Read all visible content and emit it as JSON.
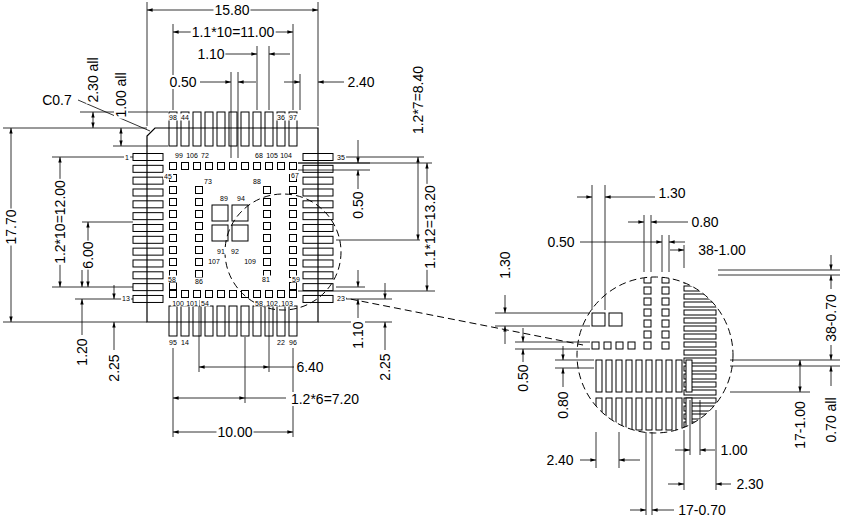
{
  "diagram": {
    "labels": [
      "15.80",
      "1.1*10=11.00",
      "2.30 all",
      "1.00 all",
      "1.10",
      "0.50",
      "2.40",
      "1.2*7=8.40",
      "C0.7",
      "98",
      "44",
      "36",
      "97",
      "1",
      "99",
      "106",
      "72",
      "68",
      "105",
      "104",
      "35",
      "0.50",
      "45",
      "73",
      "88",
      "67",
      "17.70",
      "89",
      "94",
      "1.2*10=12.00",
      "1.1*12=13.20",
      "6.00",
      "91",
      "92",
      "107",
      "109",
      "58",
      "86",
      "81",
      "59",
      "13",
      "23",
      "100",
      "101",
      "54",
      "58",
      "102",
      "103",
      "95",
      "14",
      "22",
      "96",
      "1.20",
      "2.25",
      "6.40",
      "1.10",
      "2.25",
      "1.2*6=7.20",
      "10.00",
      "1.30",
      "0.80",
      "0.50",
      "38-1.00",
      "1.30",
      "38-0.70",
      "0.50",
      "0.80",
      "17-1.00",
      "0.70 all",
      "2.40",
      "1.00",
      "2.30",
      "17-0.70"
    ]
  }
}
